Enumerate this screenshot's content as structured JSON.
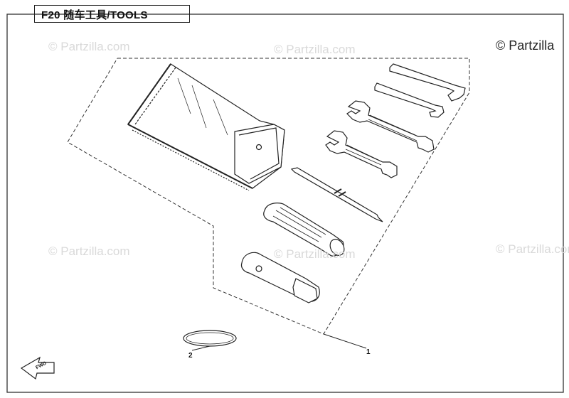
{
  "diagram": {
    "title": "F20  随车工具/TOOLS",
    "watermark_faint": "© Partzilla.com",
    "watermark_strong": "© Partzilla",
    "callouts": [
      {
        "label": "1"
      },
      {
        "label": "2"
      }
    ],
    "fwd_label": "FWD"
  }
}
